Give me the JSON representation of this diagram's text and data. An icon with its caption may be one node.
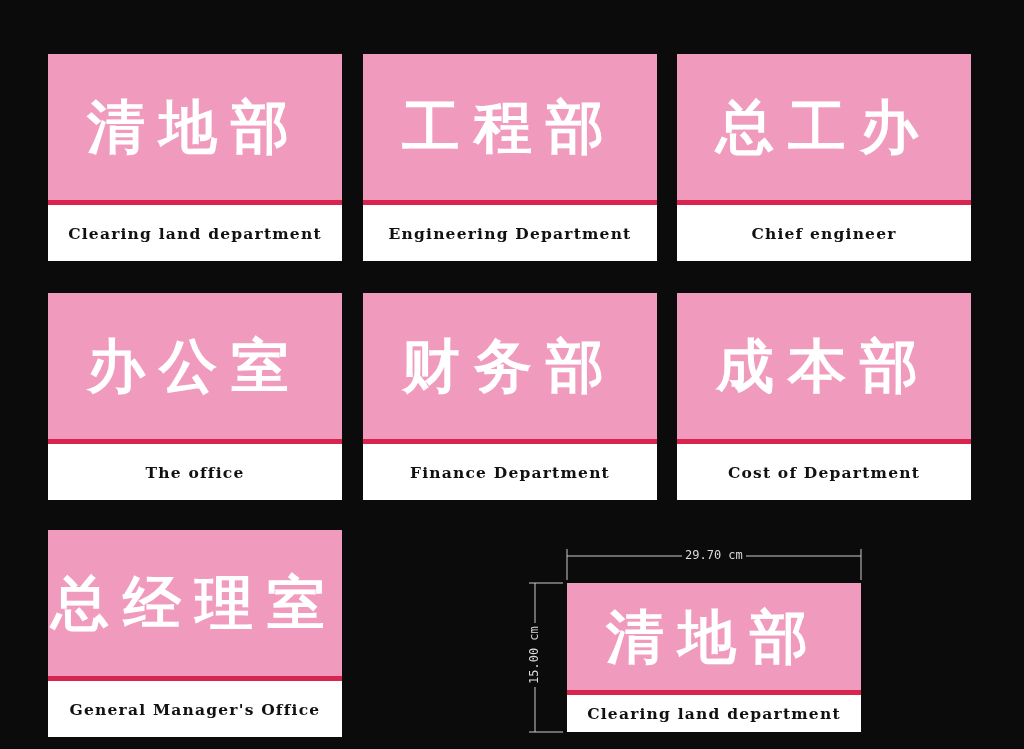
{
  "diagram": {
    "nodes": [
      {
        "text": [
          "清地部",
          "Clearing land department"
        ]
      },
      {
        "text": [
          "工程部",
          "Engineering Department"
        ]
      },
      {
        "text": [
          "总工办",
          "Chief engineer"
        ]
      },
      {
        "text": [
          "办公室",
          "The office"
        ]
      },
      {
        "text": [
          "财务部",
          "Finance Department"
        ]
      },
      {
        "text": [
          "成本部",
          "Cost of Department"
        ]
      },
      {
        "text": [
          "总经理室",
          "General Manager's Office"
        ]
      },
      {
        "text": [
          "清地部",
          "Clearing land department"
        ]
      }
    ],
    "edges": [],
    "labels": [
      "29.70 cm",
      "15.00 cm"
    ]
  }
}
